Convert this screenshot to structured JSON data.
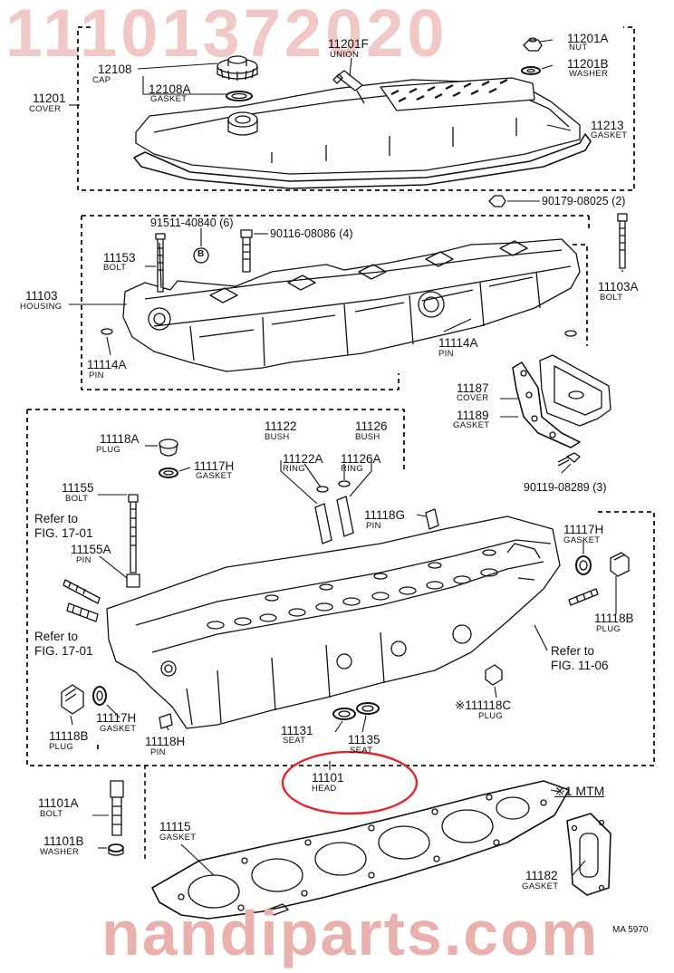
{
  "watermarks": {
    "top": "11101372020",
    "bottom": "nandiparts.com"
  },
  "figure_code": "MA 5970",
  "mtm_note": "※1 MTM",
  "parts": {
    "p11201A": {
      "number": "11201A",
      "name": "NUT"
    },
    "p11201F": {
      "number": "11201F",
      "name": "UNION"
    },
    "p12108": {
      "number": "12108",
      "name": "CAP"
    },
    "p11201B": {
      "number": "11201B",
      "name": "WASHER"
    },
    "p12108A": {
      "number": "12108A",
      "name": "GASKET"
    },
    "p11201": {
      "number": "11201",
      "name": "COVER"
    },
    "p11213": {
      "number": "11213",
      "name": "GASKET"
    },
    "p90179": {
      "number": "90179-08025 (2)"
    },
    "p91511": {
      "number": "91511-40840 (6)"
    },
    "p90116": {
      "number": "90116-08086 (4)"
    },
    "p11153": {
      "number": "11153",
      "name": "BOLT"
    },
    "p11103A": {
      "number": "11103A",
      "name": "BOLT"
    },
    "p11103": {
      "number": "11103",
      "name": "HOUSING"
    },
    "p11114A_r": {
      "number": "11114A",
      "name": "PIN"
    },
    "p11114A_l": {
      "number": "11114A",
      "name": "PIN"
    },
    "p11187": {
      "number": "11187",
      "name": "COVER"
    },
    "p11189": {
      "number": "11189",
      "name": "GASKET"
    },
    "p90119": {
      "number": "90119-08289 (3)"
    },
    "p11118A": {
      "number": "11118A",
      "name": "PLUG"
    },
    "p11117H_t": {
      "number": "11117H",
      "name": "GASKET"
    },
    "p11122": {
      "number": "11122",
      "name": "BUSH"
    },
    "p11126": {
      "number": "11126",
      "name": "BUSH"
    },
    "p11122A": {
      "number": "11122A",
      "name": "RING"
    },
    "p11126A": {
      "number": "11126A",
      "name": "RING"
    },
    "p11155": {
      "number": "11155",
      "name": "BOLT"
    },
    "p11155A": {
      "number": "11155A",
      "name": "PIN"
    },
    "p11118G": {
      "number": "11118G",
      "name": "PIN"
    },
    "p11117H_r": {
      "number": "11117H",
      "name": "GASKET"
    },
    "p11118B_r": {
      "number": "11118B",
      "name": "PLUG"
    },
    "p111118C": {
      "number": "※111118C",
      "name": "PLUG"
    },
    "p11118B_l": {
      "number": "11118B",
      "name": "PLUG"
    },
    "p11117H_b": {
      "number": "11117H",
      "name": "GASKET"
    },
    "p11118H": {
      "number": "11118H",
      "name": "PIN"
    },
    "p11131": {
      "number": "11131",
      "name": "SEAT"
    },
    "p11135": {
      "number": "11135",
      "name": "SEAT"
    },
    "p11101": {
      "number": "11101",
      "name": "HEAD"
    },
    "p11101A": {
      "number": "11101A",
      "name": "BOLT"
    },
    "p11101B": {
      "number": "11101B",
      "name": "WASHER"
    },
    "p11115": {
      "number": "11115",
      "name": "GASKET"
    },
    "p11182": {
      "number": "11182",
      "name": "GASKET"
    }
  },
  "refs": {
    "ref_17_01_a_l1": "Refer to",
    "ref_17_01_a_l2": "FIG. 17-01",
    "ref_17_01_b_l1": "Refer to",
    "ref_17_01_b_l2": "FIG. 17-01",
    "ref_11_06_l1": "Refer to",
    "ref_11_06_l2": "FIG. 11-06"
  },
  "callout_B": "B",
  "colors": {
    "ink": "#111111",
    "highlight": "#e0262a",
    "watermark": "#e9b5b2"
  }
}
